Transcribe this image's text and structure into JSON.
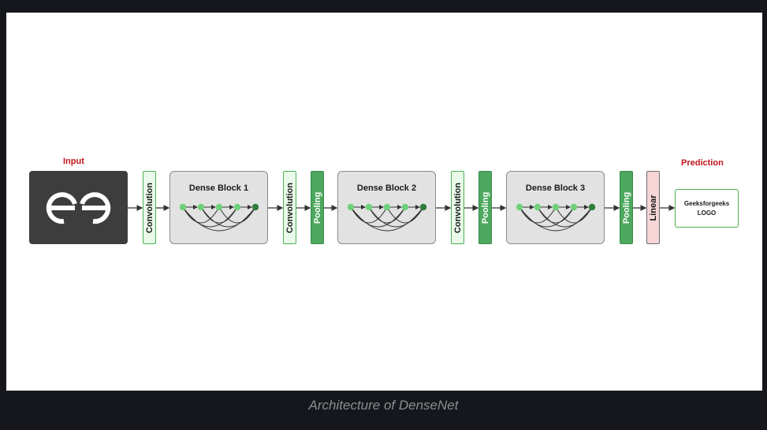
{
  "diagram": {
    "input_label": "Input",
    "prediction_label": "Prediction",
    "input_logo_icon": "geeksforgeeks-logo-icon",
    "layers": {
      "conv1": "Convolution",
      "conv2": "Convolution",
      "conv3": "Convolution",
      "pool1": "Pooling",
      "pool2": "Pooling",
      "pool3": "Pooling",
      "linear": "Linear"
    },
    "dense_blocks": [
      "Dense Block 1",
      "Dense Block 2",
      "Dense Block 3"
    ],
    "output_box": "Geeksforgeeks\nLOGO"
  },
  "caption": "Architecture of DenseNet",
  "colors": {
    "background": "#15171c",
    "label_red": "#c0151b",
    "conv_fill": "#eafaea",
    "pool_fill": "#4da85f",
    "linear_fill": "#f5d5d5",
    "dense_fill": "#e2e2e2",
    "node_light": "#6fd07a",
    "node_dark": "#2e7d3a"
  }
}
